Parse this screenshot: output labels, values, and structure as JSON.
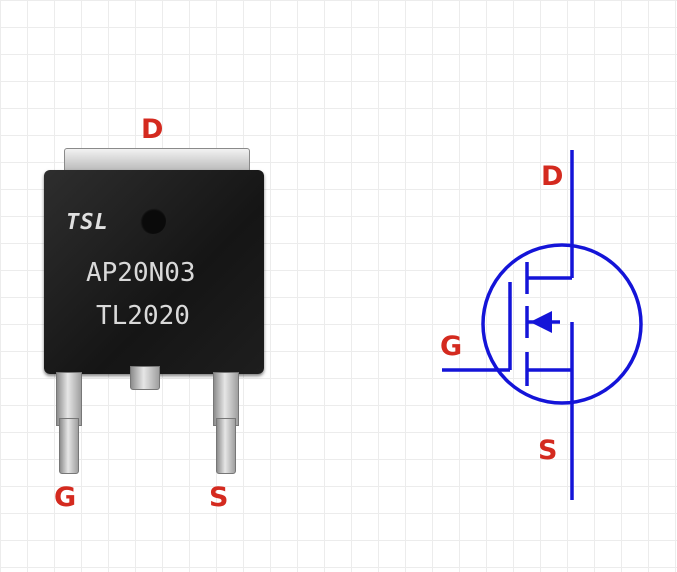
{
  "package": {
    "drain_label": "D",
    "gate_label": "G",
    "source_label": "S",
    "marking_brand": "TSL",
    "marking_line1": "AP20N03",
    "marking_line2": "TL2020"
  },
  "symbol": {
    "drain_label": "D",
    "gate_label": "G",
    "source_label": "S"
  },
  "colors": {
    "label": "#d42a1f",
    "symbol": "#1414d8",
    "chip_body": "#1a1a1a",
    "lead_metal": "#c8c8c8"
  }
}
